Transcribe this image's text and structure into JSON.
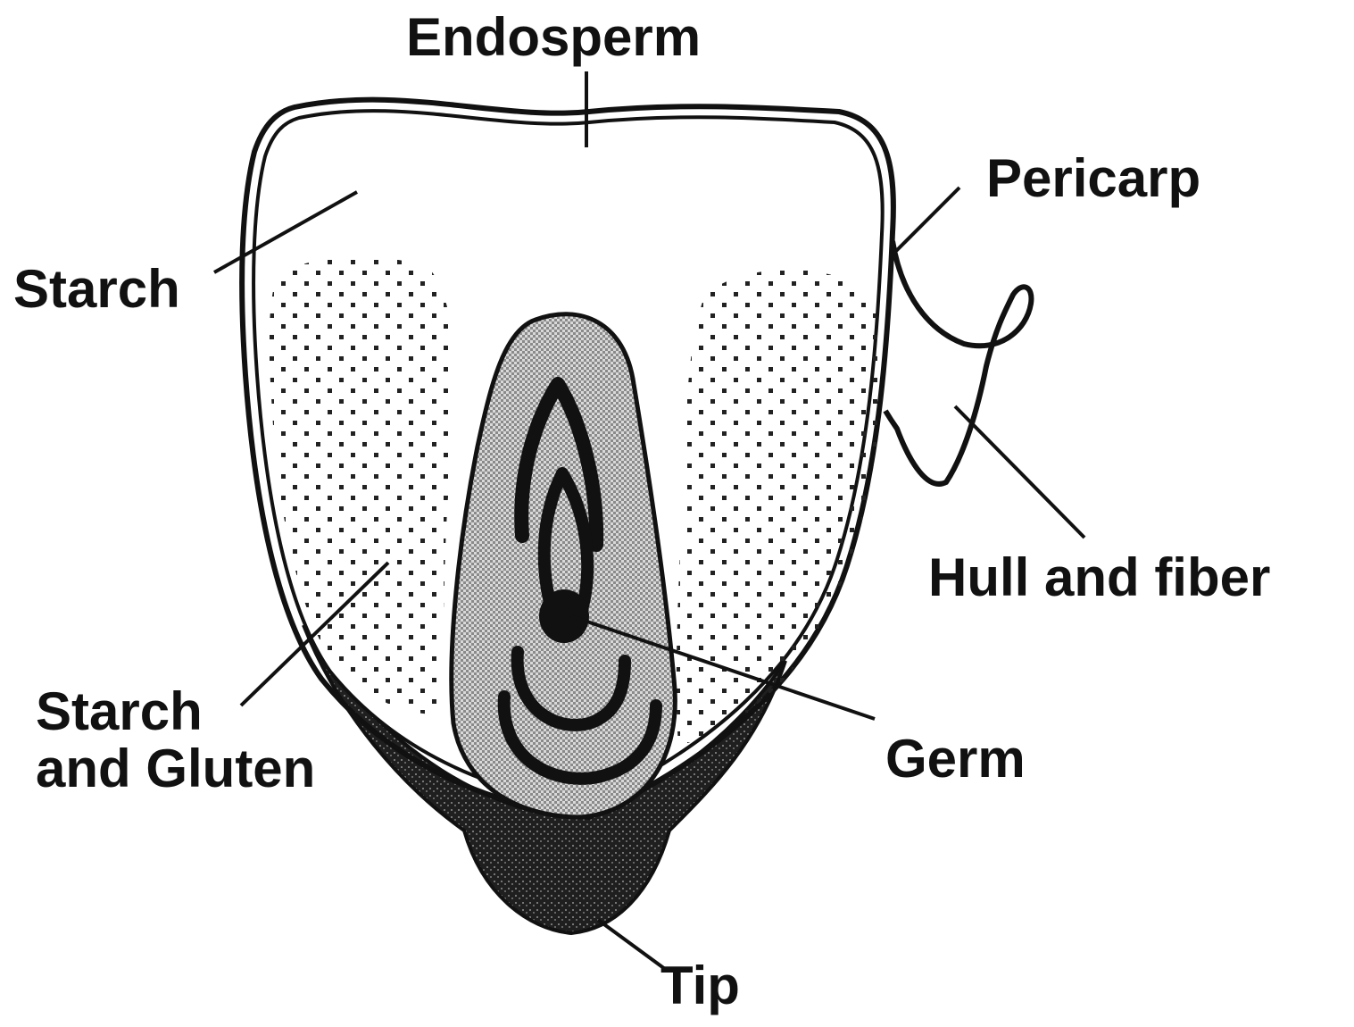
{
  "diagram": {
    "labels": {
      "endosperm": "Endosperm",
      "pericarp": "Pericarp",
      "starch": "Starch",
      "hull_and_fiber": "Hull and fiber",
      "starch_and_gluten_line1": "Starch",
      "starch_and_gluten_line2": "and Gluten",
      "germ": "Germ",
      "tip": "Tip"
    },
    "colors": {
      "ink": "#111111",
      "background": "#ffffff",
      "germ_fill": "#bdbdbd",
      "tip_fill": "#2a2a2a"
    }
  }
}
